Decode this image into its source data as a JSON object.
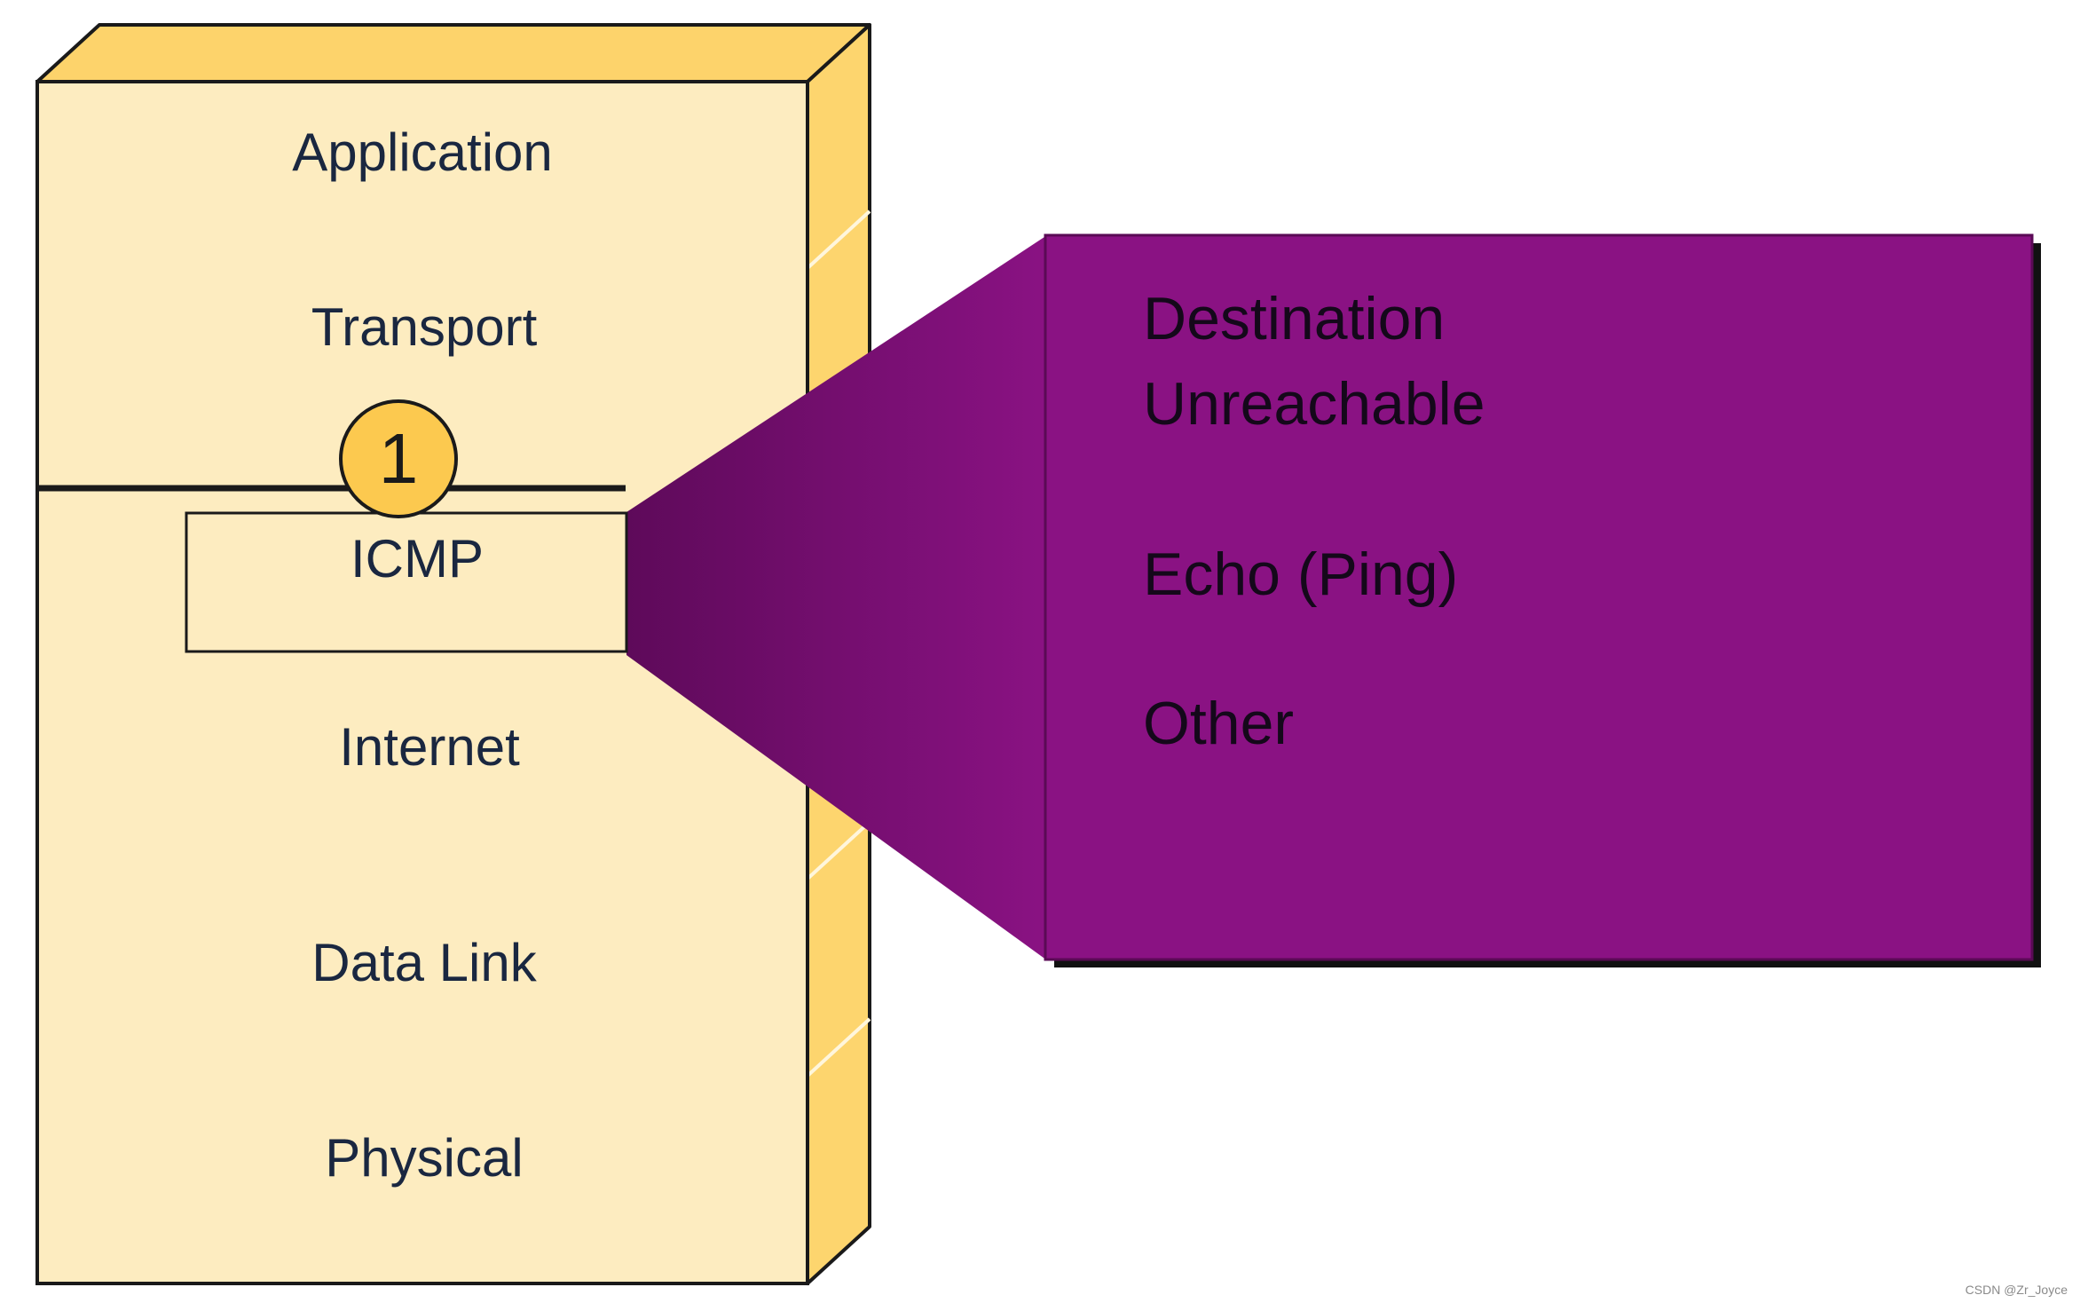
{
  "stack": {
    "layers": [
      {
        "label": "Application"
      },
      {
        "label": "Transport"
      },
      {
        "label": "ICMP"
      },
      {
        "label": "Internet"
      },
      {
        "label": "Data Link"
      },
      {
        "label": "Physical"
      }
    ],
    "badge": "1"
  },
  "callout": {
    "items": [
      {
        "label": "Destination"
      },
      {
        "label": "Unreachable"
      },
      {
        "label": "Echo (Ping)"
      },
      {
        "label": "Other"
      }
    ]
  },
  "watermark": "CSDN @Zr_Joyce",
  "colors": {
    "stack_face": "#fdecc0",
    "stack_side": "#fdd56e",
    "stack_top": "#fdd36b",
    "callout_purple": "#8a1283",
    "callout_dark": "#5a0a55",
    "badge_fill": "#fcc94f",
    "outline": "#1a1a1a"
  }
}
